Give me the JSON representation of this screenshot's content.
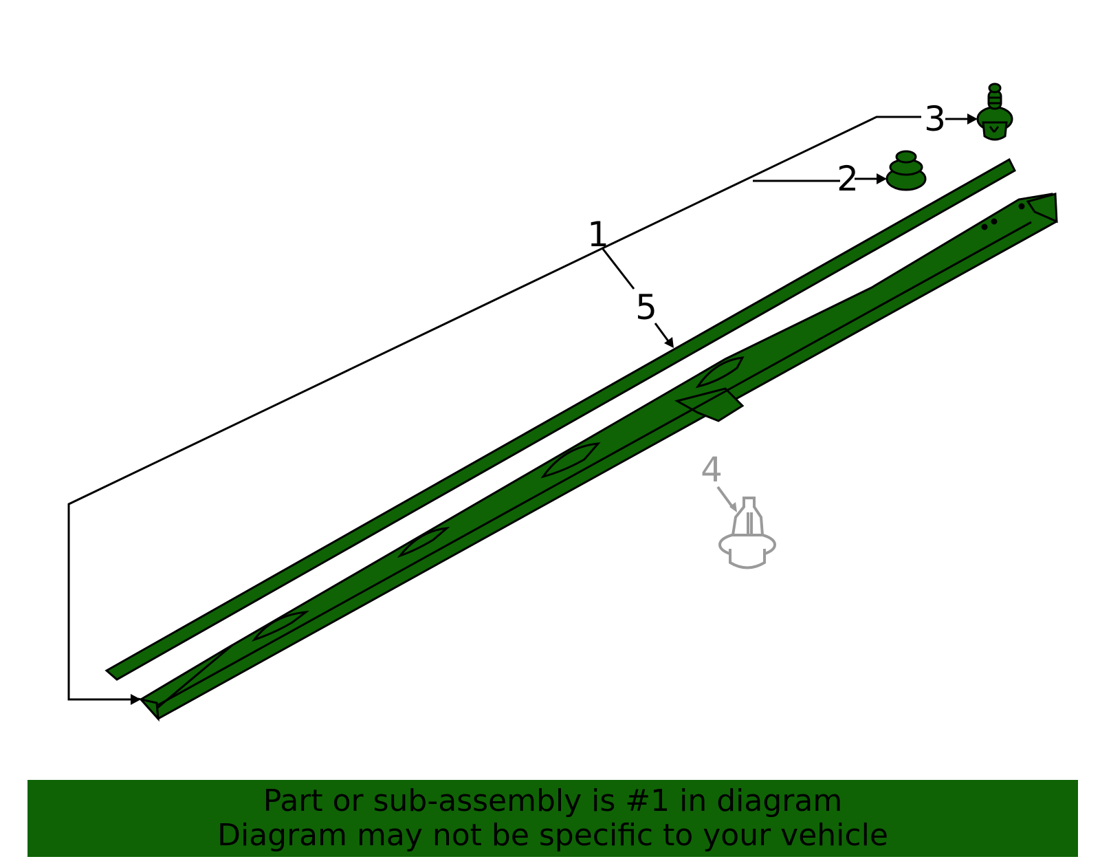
{
  "colors": {
    "part_fill": "#0f6305",
    "outline": "#000000",
    "ghost": "#9a9a9a",
    "banner_bg": "#0f6305",
    "banner_text": "#000000"
  },
  "callouts": {
    "c1": "1",
    "c2": "2",
    "c3": "3",
    "c4": "4",
    "c5": "5"
  },
  "banner": {
    "line1": "Part or sub-assembly is #1 in diagram",
    "line2": "Diagram may not be specific to your vehicle"
  }
}
